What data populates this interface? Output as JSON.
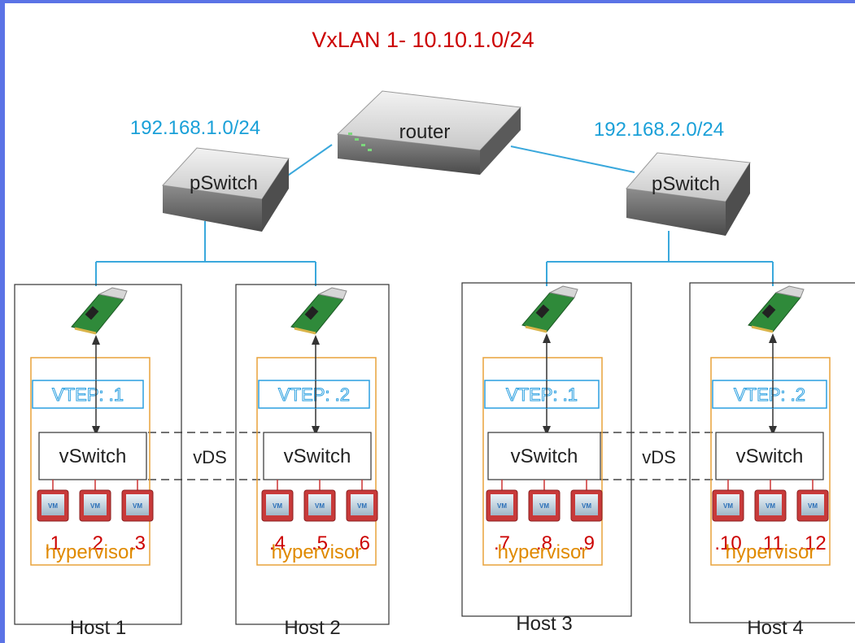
{
  "title": "VxLAN 1- 10.10.1.0/24",
  "router_label": "router",
  "subnets": [
    "192.168.1.0/24",
    "192.168.2.0/24"
  ],
  "pswitch_label": "pSwitch",
  "vds_label": "vDS",
  "vswitch_label": "vSwitch",
  "hypervisor_label": "hypervisor",
  "vm_icon_label": "VM",
  "hosts": [
    {
      "name": "Host 1",
      "vtep": "VTEP: .1",
      "vm_ips": [
        ".1",
        ".2",
        ".3"
      ]
    },
    {
      "name": "Host 2",
      "vtep": "VTEP: .2",
      "vm_ips": [
        ".4",
        ".5",
        ".6"
      ]
    },
    {
      "name": "Host 3",
      "vtep": "VTEP: .1",
      "vm_ips": [
        ".7",
        ".8",
        ".9"
      ]
    },
    {
      "name": "Host 4",
      "vtep": "VTEP: .2",
      "vm_ips": [
        ".10",
        ".11",
        ".12"
      ]
    }
  ],
  "colors": {
    "title": "#cc0000",
    "subnet": "#1aa0d8",
    "link": "#3aa8dc",
    "vtep": "#2a9fe0",
    "hypervisor": "#e08a00",
    "hypervisor_border": "#e8a23a",
    "vm_ip": "#cc0000",
    "frame": "#5b73e6"
  }
}
